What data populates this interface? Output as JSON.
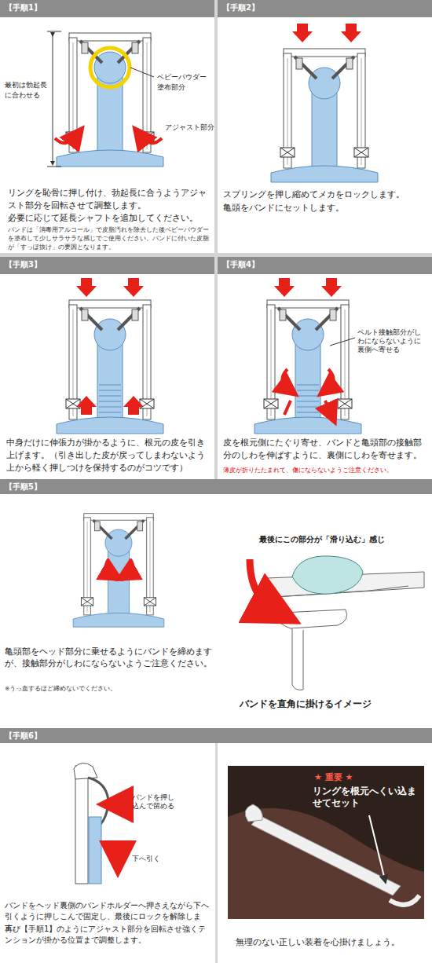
{
  "diagram": {
    "nodes": [
      {
        "text": [
          "【手順1】"
        ]
      },
      {
        "text": [
          "【手順2】"
        ]
      },
      {
        "text": [
          "【手順3】"
        ]
      },
      {
        "text": [
          "【手順4】"
        ]
      },
      {
        "text": [
          "【手順5】"
        ]
      },
      {
        "text": [
          "【手順6】"
        ]
      }
    ],
    "labels": [
      "最初は勃起長に合わせる",
      "ベビーパウダー塗布部分",
      "アジャスト部分",
      "リングを恥骨に押し付け、勃起長に合うようアジャスト部分を回転させて調整します。",
      "必要に応じて延長シャフトを追加してください。",
      "バンドは「消毒用アルコール」で皮脂汚れを除去した後ベビーパウダーを塗布して少しサラサラな感じでご使用ください。バンドに付いた皮脂が「すっぽ抜け」の要因となります。",
      "スプリングを押し縮めてメカをロックします。",
      "亀頭をバンドにセットします。",
      "中身だけに伸張力が掛かるように、根元の皮を引き上げます。（引き出した皮が戻ってしまわないよう上から軽く押しつけを保持するのがコツです）",
      "ベルト接触部分がしわにならないように裏側へ寄せる",
      "皮を根元側にたぐり寄せ、バンドと亀頭部の接触部分のしわを伸ばすように、裏側にしわを寄せます。",
      "薄皮が折りたたまれて、傷にならないようご注意ください。",
      "亀頭部をヘッド部分に乗せるようにバンドを締めますが、接触部分がしわにならないようご注意ください。",
      "※うっ血するほど締めないでください。",
      "最後にこの部分が「滑り込む」感じ",
      "バンドを直角に掛けるイメージ",
      "バンドを押し込んで留める",
      "下へ引く",
      "バンドをヘッド裏側のバンドホルダーへ押さえながら下へ引くように押しこんで固定し、最後にロックを解除します。",
      "再び【手順1】のようにアジャスト部分を回転させ強くテンションが掛かる位置まで調整します。",
      "★ 重要 ★",
      "リングを根元へくい込ませてセット",
      "無理のない正しい装着を心掛けましょう。"
    ]
  }
}
